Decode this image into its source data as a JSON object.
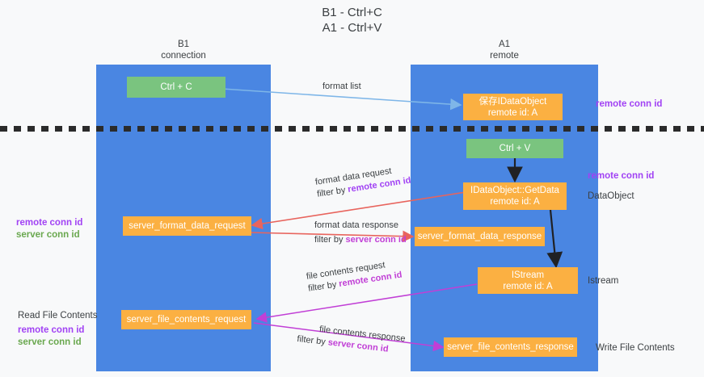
{
  "title": {
    "line1": "B1 - Ctrl+C",
    "line2": "A1 - Ctrl+V"
  },
  "columns": [
    {
      "name": "B1",
      "role": "connection"
    },
    {
      "name": "A1",
      "role": "remote"
    }
  ],
  "nodes": {
    "ctrl_c": {
      "line1": "Ctrl + C",
      "line2": ""
    },
    "save_idataobject": {
      "line1": "保存IDataObject",
      "line2": "remote id: A"
    },
    "ctrl_v": {
      "line1": "Ctrl + V",
      "line2": ""
    },
    "idataobject_getdata": {
      "line1": "IDataObject::GetData",
      "line2": "remote id: A"
    },
    "server_format_data_request": {
      "line1": "server_format_data_request",
      "line2": ""
    },
    "server_format_data_response": {
      "line1": "server_format_data_response",
      "line2": ""
    },
    "istream": {
      "line1": "IStream",
      "line2": "remote id: A"
    },
    "server_file_contents_request": {
      "line1": "server_file_contents_request",
      "line2": ""
    },
    "server_file_contents_response": {
      "line1": "server_file_contents_response",
      "line2": ""
    }
  },
  "edge_labels": {
    "format_list": "format list",
    "format_data_request": "format data request",
    "format_data_request_filter_prefix": "filter by ",
    "format_data_request_filter_key": "remote conn id",
    "format_data_response": "format data response",
    "format_data_response_filter_prefix": "filter by ",
    "format_data_response_filter_key": "server conn id",
    "file_contents_request": "file contents request",
    "file_contents_request_filter_prefix": "filter by ",
    "file_contents_request_filter_key": "remote conn id",
    "file_contents_response": "file contents response",
    "file_contents_response_filter_prefix": "filter by ",
    "file_contents_response_filter_key": "server conn id"
  },
  "annotations": {
    "right_top_remote_conn_id": "remote conn id",
    "right_mid_remote_conn_id": "remote conn id",
    "right_dataobject": "DataObject",
    "right_istream": "Istream",
    "right_write_file_contents": "Write File Contents",
    "left_remote_conn_id_1": "remote conn id",
    "left_server_conn_id_1": "server conn id",
    "left_read_file_contents": "Read File Contents",
    "left_remote_conn_id_2": "remote conn id",
    "left_server_conn_id_2": "server conn id"
  },
  "colors": {
    "lane": "#4a86e2",
    "green_node": "#7ac47f",
    "orange_node": "#fbb042",
    "purple": "#a142f4",
    "green_text": "#6aa84f",
    "magenta": "#c13fd6",
    "light_blue_arrow": "#7eb6e8",
    "red_arrow": "#e8645d",
    "black_arrow": "#202124",
    "background": "#f8f9fa"
  }
}
